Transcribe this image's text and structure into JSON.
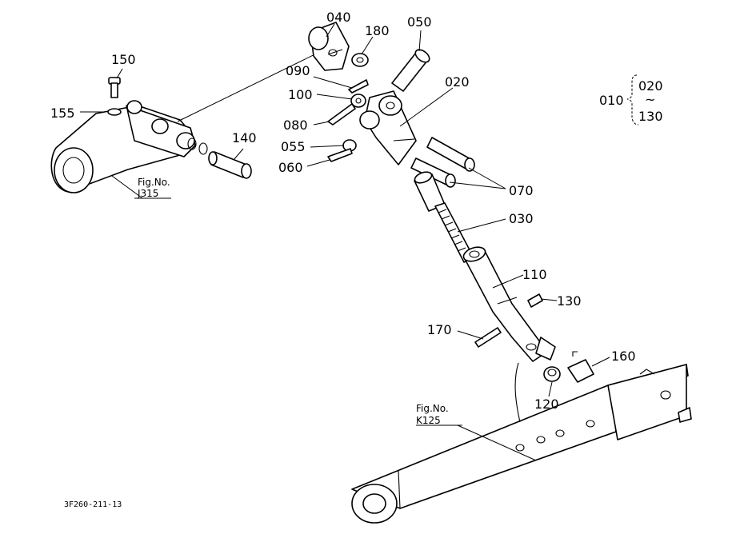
{
  "labels": {
    "p040": "040",
    "p180": "180",
    "p050": "050",
    "p150": "150",
    "p090": "090",
    "p020": "020",
    "p155": "155",
    "p100": "100",
    "p080": "080",
    "p140": "140",
    "p055": "055",
    "p060": "060",
    "p070": "070",
    "p030": "030",
    "p110": "110",
    "p130": "130",
    "p170": "170",
    "p160": "160",
    "p120": "120"
  },
  "assembly": {
    "parent": "010",
    "from": "020",
    "tilde": "~",
    "to": "130"
  },
  "fig_refs": {
    "j315_title": "Fig.No.",
    "j315_code": "J315",
    "k125_title": "Fig.No.",
    "k125_code": "K125"
  },
  "drawing_code": "3F260-211-13"
}
